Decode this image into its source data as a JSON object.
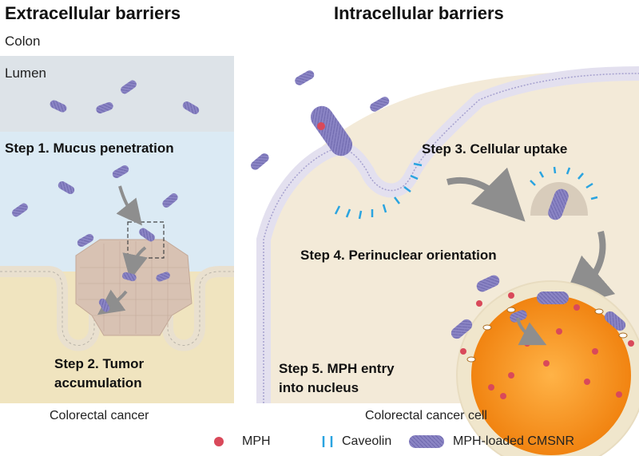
{
  "headers": {
    "left": "Extracellular barriers",
    "right": "Intracellular barriers"
  },
  "regions": {
    "colon": "Colon",
    "lumen": "Lumen"
  },
  "steps": {
    "step1": "Step 1. Mucus penetration",
    "step2": "Step 2. Tumor\naccumulation",
    "step3": "Step 3. Cellular uptake",
    "step4": "Step 4. Perinuclear orientation",
    "step5": "Step 5. MPH entry\ninto nucleus"
  },
  "captions": {
    "left": "Colorectal cancer",
    "right": "Colorectal cancer cell"
  },
  "legend": [
    {
      "icon": "mph-dot-icon",
      "label": "MPH"
    },
    {
      "icon": "caveolin-icon",
      "label": "Caveolin"
    },
    {
      "icon": "nanorod-icon",
      "label": "MPH-loaded CMSNR"
    }
  ],
  "colors": {
    "lumen": "#dde3e8",
    "mucus": "#dbeaf4",
    "tissue": "#f0e4bf",
    "cytoplasm": "#f3ead8",
    "nanorod": "#8a84c4",
    "mph": "#d9495a",
    "caveolin": "#2aa4e0",
    "nucleus": "#f08a10",
    "arrow": "#8e8e8e"
  }
}
